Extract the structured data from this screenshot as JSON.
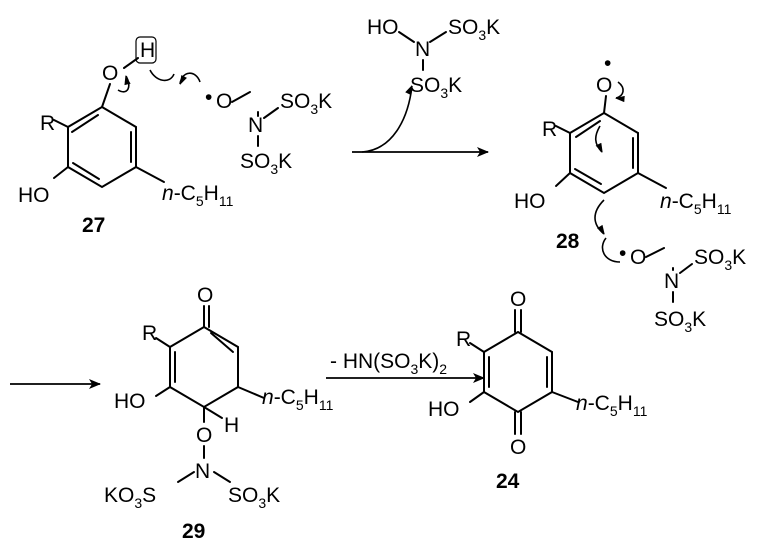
{
  "scheme": {
    "compounds": [
      {
        "id": "27"
      },
      {
        "id": "28"
      },
      {
        "id": "29"
      },
      {
        "id": "24"
      }
    ],
    "step3_condition": "- HN(SO3K)2"
  },
  "labels": {
    "R": "R",
    "HO": "HO",
    "O": "O",
    "H": "H",
    "N": "N",
    "K": "K",
    "S": "S",
    "SO": "SO",
    "KO": "KO",
    "three": "3",
    "n_prefix": "n",
    "dash_C": "-C",
    "five": "5",
    "eleven": "11",
    "radical_dot": "•",
    "cond_prefix": "- HN(SO",
    "cond_mid": "K)",
    "cond_sub2": "2",
    "HO_dash": "HO"
  }
}
